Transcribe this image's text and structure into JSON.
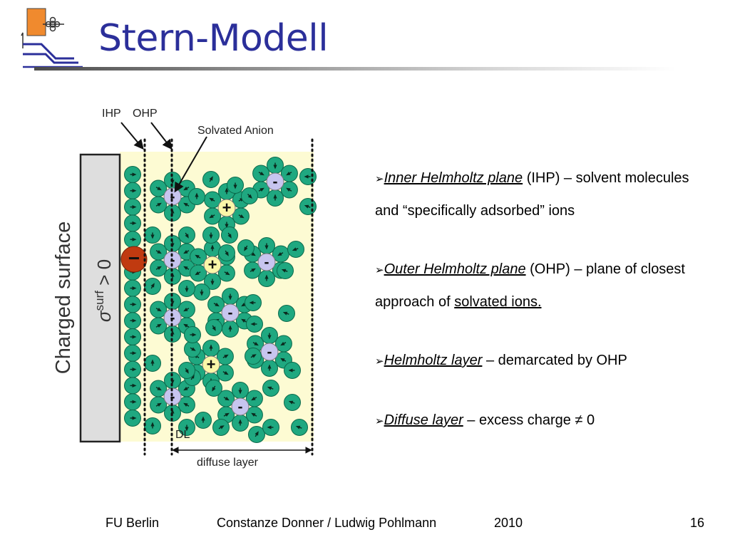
{
  "title": "Stern-Modell",
  "diagram": {
    "label_ihp": "IHP",
    "label_ohp": "OHP",
    "label_solvated_anion": "Solvated Anion",
    "label_surface": "Charged surface",
    "label_sigma_symbol": "σ",
    "label_sigma_sup": "surf",
    "label_sigma_cond": " > 0",
    "label_dl": "DL",
    "label_diffuse": "diffuse layer",
    "adsorbed_ion_sign": "−",
    "anion_sign": "-",
    "cation_sign": "+",
    "colors": {
      "solvent": "#1fa880",
      "anion": "#c7c5ef",
      "cation": "#fbf7a8",
      "adsorbed_ion": "#c03a10",
      "background": "#fdfbd3",
      "surface": "#dedede"
    }
  },
  "bullets": [
    {
      "term": "Inner Helmholtz plane",
      "text": " (IHP) – solvent molecules and “specifically adsorbed” ions"
    },
    {
      "term": "Outer Helmholtz plane",
      "text": " (OHP) – plane of closest approach of ",
      "u": "solvated ions."
    },
    {
      "term": "Helmholtz layer",
      "text": " – demarcated by OHP"
    },
    {
      "term": "Diffuse layer",
      "text": " – excess charge ≠ 0"
    }
  ],
  "footer": {
    "institution": "FU Berlin",
    "authors": "Constanze Donner / Ludwig Pohlmann",
    "year": "2010",
    "page": "16"
  }
}
